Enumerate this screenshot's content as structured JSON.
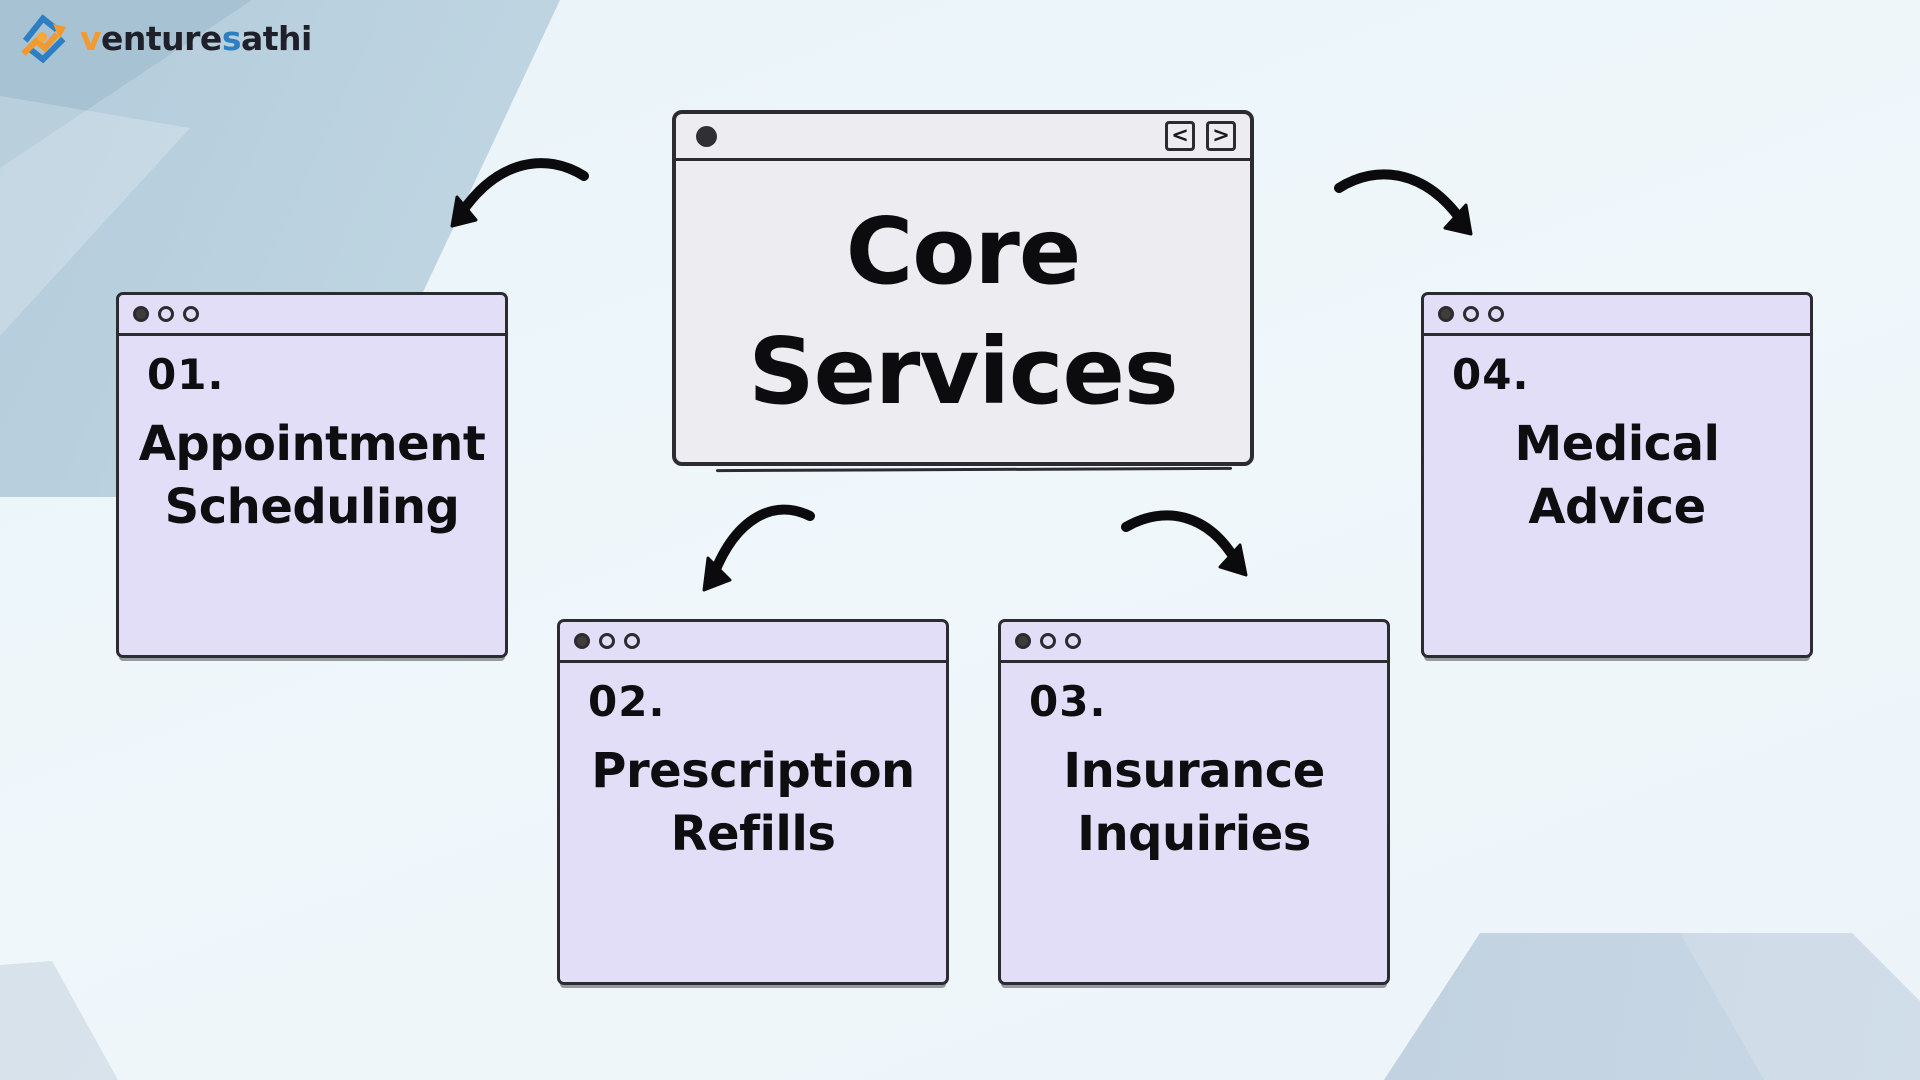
{
  "brand": {
    "segments": [
      {
        "text": "v",
        "color": "#f29a2e"
      },
      {
        "text": "enture",
        "color": "#20202a"
      },
      {
        "text": "s",
        "color": "#2e7fc2"
      },
      {
        "text": "athi",
        "color": "#20202a"
      }
    ]
  },
  "window": {
    "title": "Core Services",
    "nav_back": "<",
    "nav_forward": ">"
  },
  "cards": [
    {
      "number": "01.",
      "title": "Appointment Scheduling"
    },
    {
      "number": "02.",
      "title": "Prescription Refills"
    },
    {
      "number": "03.",
      "title": "Insurance Inquiries"
    },
    {
      "number": "04.",
      "title": "Medical Advice"
    }
  ],
  "icons": {
    "logo": "venturesathi-logo-icon",
    "window_dot_filled": "window-dot-filled-icon",
    "window_dot_hollow": "window-dot-hollow-icon",
    "back": "back-chevron-icon",
    "forward": "forward-chevron-icon",
    "arrow": "curved-arrow-icon"
  },
  "colors": {
    "background": "#edf5f9",
    "panel_blue": "#b9d0de",
    "card_lavender": "#e3def8",
    "window_gray": "#ececf1",
    "outline": "#2b2b30",
    "text": "#0e0e11",
    "brand_orange": "#f29a2e",
    "brand_blue": "#2e7fc2"
  }
}
